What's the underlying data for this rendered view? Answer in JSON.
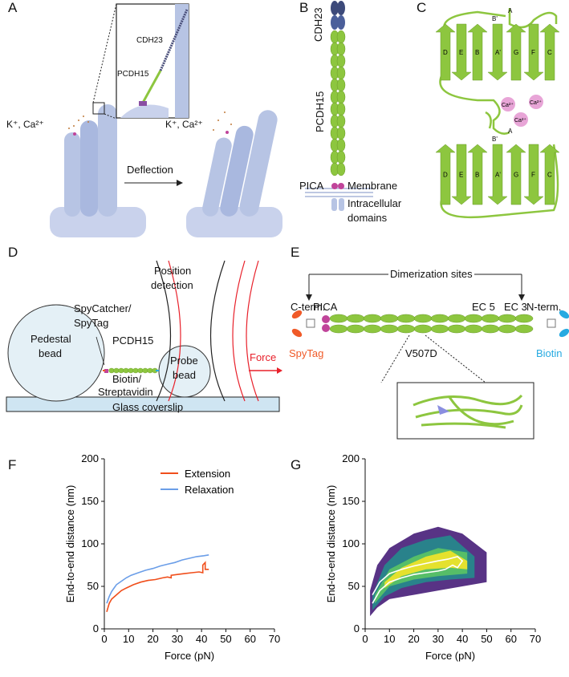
{
  "panels": {
    "A": {
      "label": "A",
      "inset_cdh23": "CDH23",
      "inset_pcdh15": "PCDH15",
      "ions_left": "K⁺, Ca²⁺",
      "ions_right": "K⁺, Ca²⁺",
      "deflection": "Deflection"
    },
    "B": {
      "label": "B",
      "cdh23": "CDH23",
      "pcdh15": "PCDH15",
      "pica": "PICA",
      "membrane": "Membrane",
      "intracellular_1": "Intracellular",
      "intracellular_2": "domains"
    },
    "C": {
      "label": "C",
      "strands_top": [
        "A",
        "B'",
        "D",
        "E",
        "B",
        "A'",
        "G",
        "F",
        "C"
      ],
      "strands_bottom": [
        "A",
        "B'",
        "D",
        "E",
        "B",
        "A'",
        "G",
        "F",
        "C"
      ],
      "calcium": [
        "Ca²⁺",
        "Ca²⁺",
        "Ca²⁺"
      ]
    },
    "D": {
      "label": "D",
      "position_1": "Position",
      "position_2": "detection",
      "spy_1": "SpyCatcher/",
      "spy_2": "SpyTag",
      "pcdh15": "PCDH15",
      "pedestal_1": "Pedestal",
      "pedestal_2": "bead",
      "probe_1": "Probe",
      "probe_2": "bead",
      "force": "Force",
      "biotin_1": "Biotin/",
      "biotin_2": "Streptavidin",
      "coverslip": "Glass coverslip"
    },
    "E": {
      "label": "E",
      "dimerization": "Dimerization sites",
      "cterm": "C-term.",
      "nterm": "N-term.",
      "pica": "PICA",
      "ec5": "EC 5",
      "ec3": "EC 3",
      "spytag": "SpyTag",
      "v507d": "V507D",
      "biotin": "Biotin"
    },
    "F": {
      "label": "F"
    },
    "G": {
      "label": "G"
    }
  },
  "colors": {
    "green": "#8dc63f",
    "purple": "#8a4fa3",
    "magenta": "#c0449a",
    "blue_cell": "#b7c4e4",
    "extension": "#f04e1b",
    "relaxation": "#6b9ee8",
    "spytag": "#f05a28",
    "biotin": "#27aae1",
    "force_red": "#e8202a"
  },
  "chart_data": [
    {
      "id": "F",
      "type": "line",
      "xlabel": "Force (pN)",
      "ylabel": "End-to-end distance (nm)",
      "xlim": [
        0,
        70
      ],
      "ylim": [
        0,
        200
      ],
      "xticks": [
        "0",
        "10",
        "20",
        "30",
        "40",
        "50",
        "60",
        "70"
      ],
      "yticks": [
        "0",
        "50",
        "100",
        "150",
        "200"
      ],
      "legend": "top-right",
      "series": [
        {
          "name": "Extension",
          "color": "#f04e1b",
          "x": [
            1,
            2,
            3,
            5,
            7,
            9,
            12,
            15,
            18,
            21,
            24,
            26,
            27.5,
            27.5,
            30,
            33,
            36,
            39,
            40.5,
            40.5,
            41.5,
            41.5,
            43
          ],
          "y": [
            20,
            30,
            35,
            40,
            45,
            48,
            52,
            55,
            57,
            58,
            60,
            61,
            60,
            63,
            64,
            65,
            66,
            67,
            66,
            75,
            78,
            70,
            70
          ]
        },
        {
          "name": "Relaxation",
          "color": "#6b9ee8",
          "x": [
            43,
            41,
            38,
            35,
            32,
            29,
            26,
            23,
            20,
            17,
            14,
            11,
            9,
            7,
            5,
            4,
            3,
            2,
            1
          ],
          "y": [
            87,
            86,
            85,
            83,
            81,
            78,
            76,
            74,
            71,
            69,
            66,
            63,
            60,
            56,
            52,
            48,
            44,
            38,
            30
          ]
        }
      ]
    },
    {
      "id": "G",
      "type": "scatter",
      "xlabel": "Force (pN)",
      "ylabel": "End-to-end distance (nm)",
      "xlim": [
        0,
        70
      ],
      "ylim": [
        0,
        200
      ],
      "xticks": [
        "0",
        "10",
        "20",
        "30",
        "40",
        "50",
        "60",
        "70"
      ],
      "yticks": [
        "0",
        "50",
        "100",
        "150",
        "200"
      ],
      "series": [
        {
          "color": "#3b0f70",
          "upper": [
            [
              2,
              45
            ],
            [
              5,
              75
            ],
            [
              10,
              95
            ],
            [
              20,
              112
            ],
            [
              30,
              120
            ],
            [
              40,
              112
            ],
            [
              50,
              90
            ]
          ],
          "lower": [
            [
              2,
              15
            ],
            [
              5,
              25
            ],
            [
              10,
              35
            ],
            [
              20,
              40
            ],
            [
              30,
              45
            ],
            [
              40,
              50
            ],
            [
              50,
              55
            ]
          ]
        },
        {
          "color": "#21918c",
          "upper": [
            [
              3,
              40
            ],
            [
              8,
              75
            ],
            [
              15,
              95
            ],
            [
              25,
              105
            ],
            [
              35,
              110
            ],
            [
              45,
              85
            ]
          ],
          "lower": [
            [
              3,
              22
            ],
            [
              8,
              38
            ],
            [
              15,
              48
            ],
            [
              25,
              55
            ],
            [
              35,
              58
            ],
            [
              45,
              60
            ]
          ]
        },
        {
          "color": "#5ec962",
          "upper": [
            [
              4,
              40
            ],
            [
              10,
              70
            ],
            [
              20,
              85
            ],
            [
              30,
              95
            ],
            [
              42,
              90
            ]
          ],
          "lower": [
            [
              4,
              30
            ],
            [
              10,
              50
            ],
            [
              20,
              58
            ],
            [
              30,
              62
            ],
            [
              42,
              65
            ]
          ]
        },
        {
          "color": "#fde725",
          "upper": [
            [
              8,
              55
            ],
            [
              15,
              72
            ],
            [
              25,
              85
            ],
            [
              35,
              92
            ],
            [
              42,
              80
            ]
          ],
          "lower": [
            [
              8,
              48
            ],
            [
              15,
              62
            ],
            [
              25,
              70
            ],
            [
              35,
              72
            ],
            [
              42,
              70
            ]
          ]
        }
      ],
      "white_trace": {
        "x": [
          3,
          6,
          10,
          15,
          20,
          25,
          30,
          33,
          36,
          38,
          40,
          38,
          34,
          30,
          25,
          20,
          15,
          10,
          6,
          3
        ],
        "y": [
          30,
          45,
          55,
          60,
          64,
          66,
          68,
          70,
          75,
          72,
          80,
          85,
          82,
          80,
          77,
          74,
          70,
          65,
          55,
          40
        ]
      }
    }
  ]
}
